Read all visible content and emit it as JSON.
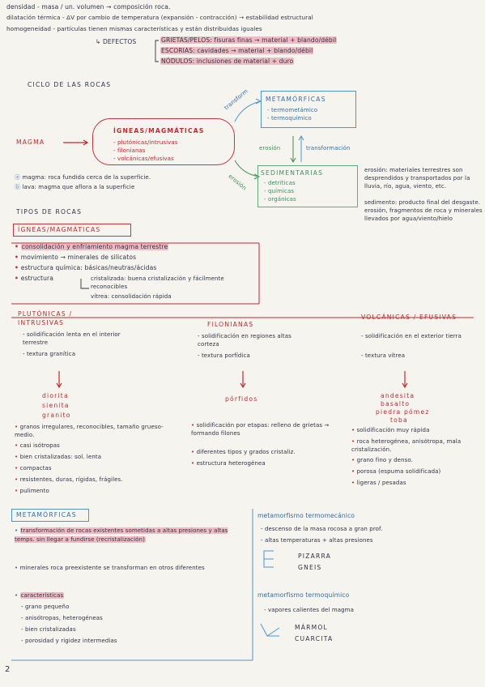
{
  "top": {
    "l1": "densidad - masa / un. volumen → composición roca.",
    "l2": "dilatación térmica - ΔV por cambio de temperatura (expansión - contracción) → estabilidad estructural",
    "l3": "homogeneidad - partículas tienen mismas características y están distribuidas iguales",
    "defectos_label": "↳ DEFECTOS",
    "def1": "GRIETAS/PELOS: fisuras finas → material + blando/débil",
    "def2": "ESCORIAS: cavidades → material + blando/débil",
    "def3": "NÓDULOS: inclusiones de material + duro"
  },
  "ciclo": {
    "title": "CICLO DE LAS ROCAS",
    "magma": "MAGMA",
    "igneas_title": "ÍGNEAS/MAGMÁTICAS",
    "igneas_items": [
      "- plutónicas/intrusivas",
      "- filonianas",
      "- volcánicas/efusivas"
    ],
    "meta_title": "METAMÓRFICAS",
    "meta_items": [
      "- termometámico",
      "- termoquímico"
    ],
    "sed_title": "SEDIMENTARIAS",
    "sed_items": [
      "- detríticas",
      "- químicas",
      "- orgánicas"
    ],
    "arrow_transform": "transform",
    "arrow_erosion1": "erosión",
    "arrow_transformacion": "transformación",
    "arrow_erosion2": "erosión",
    "note1": "magma: roca fundida cerca de la superficie.",
    "note2": "lava: magma que aflora a la superficie",
    "side1": "erosión: materiales terrestres son desprendidos y transportados por la lluvia, río, agua, viento, etc.",
    "side2": "sedimento: producto final del desgaste. erosión, fragmentos de roca y minerales llevados por agua/viento/hielo"
  },
  "tipos": {
    "title": "TIPOS DE ROCAS",
    "igneas_title": "ÍGNEAS/MAGMÁTICAS",
    "b1": "consolidación y enfriamiento magma terrestre",
    "b2": "movimiento → minerales de silicatos",
    "b3": "estructura química: básicas/neutras/ácidas",
    "b4": "estructura",
    "b4a": "cristalizada: buena cristalización y fácilmente reconocibles",
    "b4b": "vítrea: consolidación rápida"
  },
  "columns": {
    "plut_title": "PLUTÓNICAS / INTRUSIVAS",
    "plut_items": [
      "- solidificación lenta en el interior terrestre",
      "- textura granítica"
    ],
    "plut_examples": [
      "diorita",
      "sienita",
      "granito"
    ],
    "plut_bullets": [
      "granos irregulares, reconocibles, tamaño grueso-medio.",
      "casi isótropas",
      "bien cristalizadas: sol. lenta",
      "compactas",
      "resistentes, duras, rígidas, frágiles.",
      "pulimento"
    ],
    "fil_title": "FILONIANAS",
    "fil_items": [
      "- solidificación en regiones altas corteza",
      "- textura porfídica"
    ],
    "fil_examples": [
      "pórfidos"
    ],
    "fil_bullets": [
      "solidificación por etapas: relleno de grietas → formando filones",
      "diferentes tipos y grados cristaliz.",
      "estructura heterogénea"
    ],
    "vol_title": "VOLCÁNICAS / EFUSIVAS",
    "vol_items": [
      "- solidificación en el exterior tierra",
      "- textura vítrea"
    ],
    "vol_examples": [
      "andesita",
      "basalto",
      "piedra pómez",
      "toba"
    ],
    "vol_bullets": [
      "solidificación muy rápida",
      "roca heterogénea, anisótropa, mala cristalización.",
      "grano fino y denso.",
      "porosa (espuma solidificada)",
      "ligeras / pesadas"
    ]
  },
  "metamorficas": {
    "title": "METAMÓRFICAS",
    "b1": "transformación de rocas existentes sometidas a altas presiones y altas temps. sin llegar a fundirse (recristalización)",
    "b2": "minerales roca preexistente se transforman en otros diferentes",
    "b3": "características",
    "items": [
      "- grano pequeño",
      "- anisótropas, heterogéneas",
      "- bien cristalizadas",
      "- porosidad y rigidez intermedias"
    ],
    "termomec_title": "metamorfismo termomecánico",
    "termomec_items": [
      "- descenso de la masa rocosa a gran prof.",
      "- altas temperaturas + altas presiones"
    ],
    "termomec_examples": [
      "PIZARRA",
      "GNEIS"
    ],
    "termoq_title": "metamorfismo termoquímico",
    "termoq_items": [
      "- vapores calientes del magma"
    ],
    "termoq_examples": [
      "MÁRMOL",
      "CUARCITA"
    ]
  },
  "page_number": "2"
}
